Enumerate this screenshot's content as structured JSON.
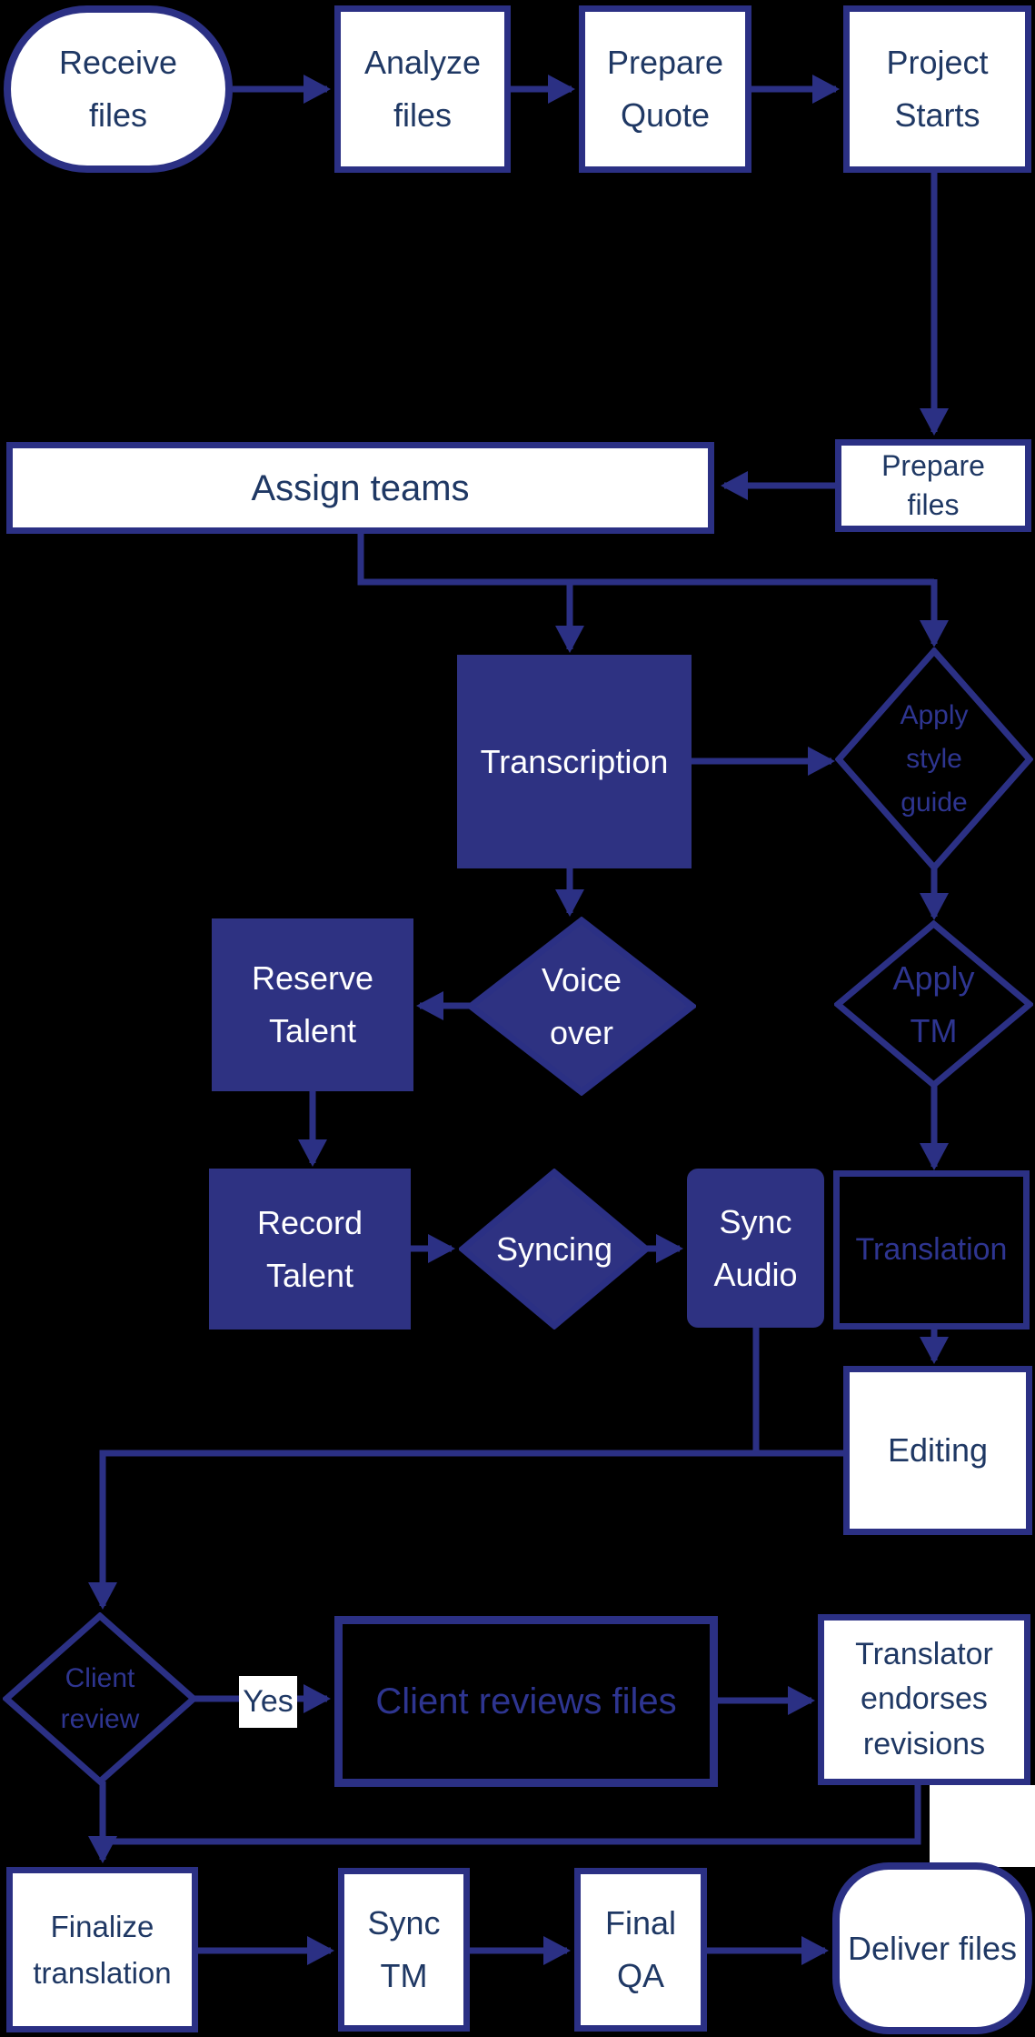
{
  "colors": {
    "background": "#000000",
    "line": "#2B3084",
    "dark_fill": "#2E3282",
    "white": "#FFFFFF",
    "text_on_white": "#1F3864",
    "text_on_dark": "#FFFFFF",
    "text_on_black": "#2E3590"
  },
  "nodes": {
    "receive_files": {
      "label": "Receive\nfiles",
      "shape": "stadium"
    },
    "analyze_files": {
      "label": "Analyze\nfiles",
      "shape": "rect"
    },
    "prepare_quote": {
      "label": "Prepare\nQuote",
      "shape": "rect"
    },
    "project_starts": {
      "label": "Project\nStarts",
      "shape": "rect"
    },
    "prepare_files": {
      "label": "Prepare\nfiles",
      "shape": "rect"
    },
    "assign_teams": {
      "label": "Assign teams",
      "shape": "rect"
    },
    "transcription": {
      "label": "Transcription",
      "shape": "rect-filled"
    },
    "apply_style_guide": {
      "label": "Apply\nstyle\nguide",
      "shape": "diamond"
    },
    "voice_over": {
      "label": "Voice\nover",
      "shape": "diamond-filled"
    },
    "reserve_talent": {
      "label": "Reserve\nTalent",
      "shape": "rect-filled"
    },
    "apply_tm": {
      "label": "Apply\nTM",
      "shape": "diamond"
    },
    "record_talent": {
      "label": "Record\nTalent",
      "shape": "rect-filled"
    },
    "syncing": {
      "label": "Syncing",
      "shape": "diamond-filled"
    },
    "sync_audio": {
      "label": "Sync\nAudio",
      "shape": "rect-filled"
    },
    "translation": {
      "label": "Translation",
      "shape": "rect-outline"
    },
    "editing": {
      "label": "Editing",
      "shape": "rect"
    },
    "client_review": {
      "label": "Client\nreview",
      "shape": "diamond"
    },
    "client_reviews_files": {
      "label": "Client reviews files",
      "shape": "rect-outline"
    },
    "translator_endorses_revisions": {
      "label": "Translator\nendorses\nrevisions",
      "shape": "rect"
    },
    "finalize_translation": {
      "label": "Finalize\ntranslation",
      "shape": "rect"
    },
    "sync_tm": {
      "label": "Sync\nTM",
      "shape": "rect"
    },
    "final_qa": {
      "label": "Final\nQA",
      "shape": "rect"
    },
    "deliver_files": {
      "label": "Deliver files",
      "shape": "stadium"
    }
  },
  "edge_labels": {
    "yes": "Yes"
  }
}
